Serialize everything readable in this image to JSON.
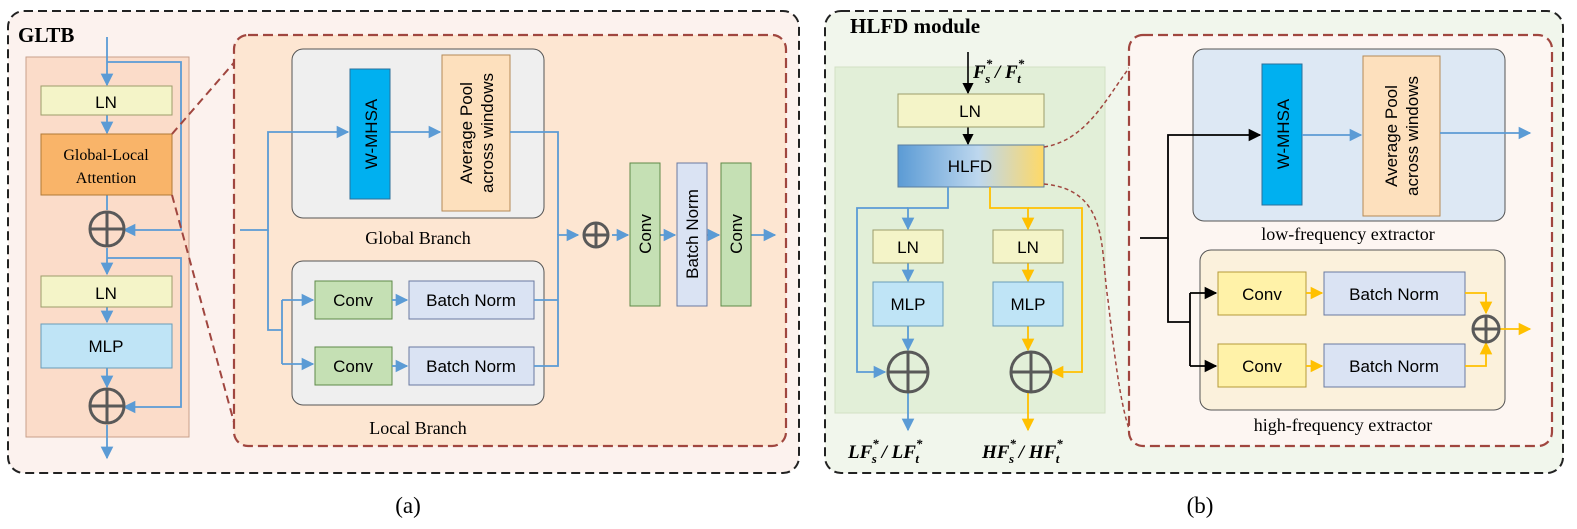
{
  "panel_a": {
    "title": "GLTB",
    "caption": "(a)",
    "stack": {
      "ln1": "LN",
      "attention": "Global-Local Attention",
      "ln2": "LN",
      "mlp": "MLP"
    },
    "global_branch": {
      "label": "Global Branch",
      "wmhsa": "W-MHSA",
      "avgpool": "Average Pool across windows"
    },
    "local_branch": {
      "label": "Local Branch",
      "conv": "Conv",
      "batchnorm": "Batch Norm"
    },
    "tail": {
      "conv": "Conv",
      "batchnorm": "Batch Norm"
    }
  },
  "panel_b": {
    "title": "HLFD module",
    "caption": "(b)",
    "input": "F_s^* / F_t^*",
    "ln": "LN",
    "hlfd": "HLFD",
    "ln_low": "LN",
    "ln_high": "LN",
    "mlp_low": "MLP",
    "mlp_high": "MLP",
    "output_low": "LF_s^* / LF_t^*",
    "output_high": "HF_s^* / HF_t^*",
    "low_extractor": {
      "label": "low-frequency extractor",
      "wmhsa": "W-MHSA",
      "avgpool": "Average Pool across windows"
    },
    "high_extractor": {
      "label": "high-frequency extractor",
      "conv": "Conv",
      "batchnorm": "Batch Norm"
    }
  },
  "colors": {
    "blue_arrow": "#5b9bd5",
    "yellow_arrow": "#ffc000",
    "dashed_red": "#a0463f",
    "ln_fill": "#f4f4c8",
    "attention_fill": "#f9b469",
    "mlp_fill": "#bfe4f6",
    "wmhsa_fill": "#00b0f0",
    "avgpool_fill": "#fde0bd",
    "conv_green": "#c5e0b4",
    "batchnorm_fill": "#dae3f3",
    "conv_yellow": "#fff2a8"
  }
}
